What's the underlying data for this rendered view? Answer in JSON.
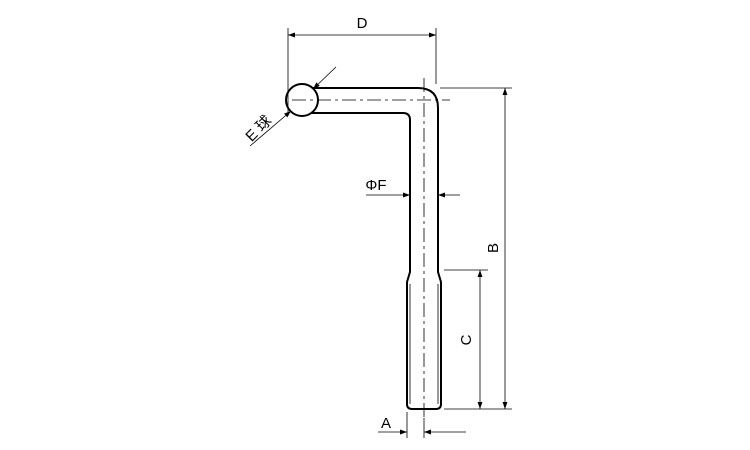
{
  "labels": {
    "a": "A",
    "b": "B",
    "c": "C",
    "d": "D",
    "e": "E 球",
    "f": "ΦF"
  },
  "colors": {
    "line": "#000000",
    "background": "#ffffff"
  }
}
